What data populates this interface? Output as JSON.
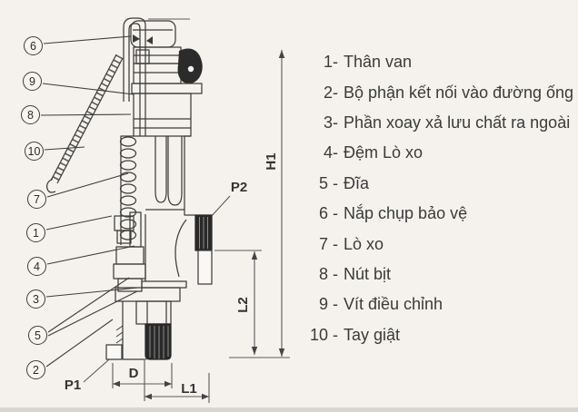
{
  "legend": {
    "items": [
      {
        "num": "1-",
        "label": "Thân van"
      },
      {
        "num": "2-",
        "label": "Bộ phận kết nối vào đường ống"
      },
      {
        "num": "3-",
        "label": "Phần xoay xả lưu chất ra ngoài"
      },
      {
        "num": "4-",
        "label": "Đệm Lò xo"
      },
      {
        "num": "5 -",
        "label": "Đĩa"
      },
      {
        "num": "6 -",
        "label": "Nắp chụp bảo vệ"
      },
      {
        "num": "7 -",
        "label": "Lò xo"
      },
      {
        "num": "8 -",
        "label": "Nút bịt"
      },
      {
        "num": "9 -",
        "label": "Vít điều chỉnh"
      },
      {
        "num": "10 -",
        "label": "Tay giật"
      }
    ]
  },
  "diagram": {
    "type": "safety-relief-valve cross-section drawing",
    "callouts": [
      "6",
      "9",
      "8",
      "10",
      "7",
      "1",
      "4",
      "3",
      "5",
      "2"
    ],
    "dims": {
      "h1": "H1",
      "l2": "L2",
      "l1": "L1",
      "d": "D",
      "p1": "P1",
      "p2": "P2"
    },
    "colors": {
      "line": "#3d3d3d",
      "dark_fill": "#292929",
      "background": "#f5f2ed",
      "text": "#3a3a3a"
    }
  }
}
